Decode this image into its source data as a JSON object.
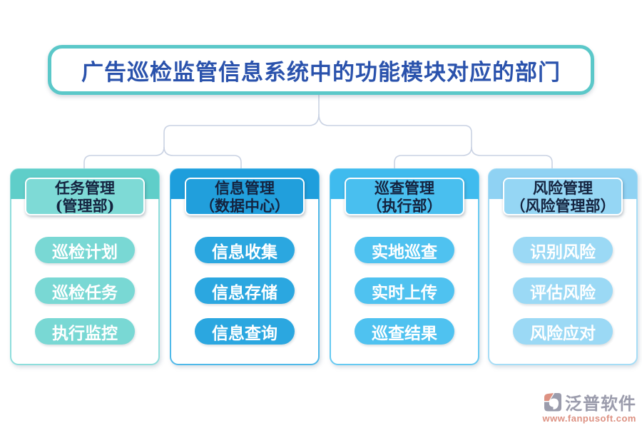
{
  "title": "广告巡检监管信息系统中的功能模块对应的部门",
  "title_text_color": "#2a52ac",
  "title_border_color": "#5bc8c9",
  "connector_color": "#c9d2e3",
  "columns": [
    {
      "module": "任务管理",
      "department": "(管理部)",
      "items": [
        "巡检计划",
        "巡检任务",
        "执行监控"
      ],
      "colors": {
        "band": "#5fcec9",
        "label": "#7edad6",
        "button": "#79d8d4",
        "border": "#8ededc"
      }
    },
    {
      "module": "信息管理",
      "department": "（数据中心）",
      "items": [
        "信息收集",
        "信息存储",
        "信息查询"
      ],
      "colors": {
        "band": "#1e9edc",
        "label": "#219fdc",
        "button": "#2ba7e0",
        "border": "#4fb9e9"
      }
    },
    {
      "module": "巡查管理",
      "department": "（执行部）",
      "items": [
        "实地巡查",
        "实时上传",
        "巡查结果"
      ],
      "colors": {
        "band": "#3fbbee",
        "label": "#49bfef",
        "button": "#4fc2f0",
        "border": "#66caf2"
      }
    },
    {
      "module": "风险管理",
      "department": "（风险管理部）",
      "items": [
        "识别风险",
        "评估风险",
        "风险应对"
      ],
      "colors": {
        "band": "#8fd2f3",
        "label": "#95d6f4",
        "button": "#9bd9f5",
        "border": "#a6ddf6"
      }
    }
  ],
  "watermark": {
    "brand": "泛普软件",
    "url": "www.fanpusoft.com"
  }
}
